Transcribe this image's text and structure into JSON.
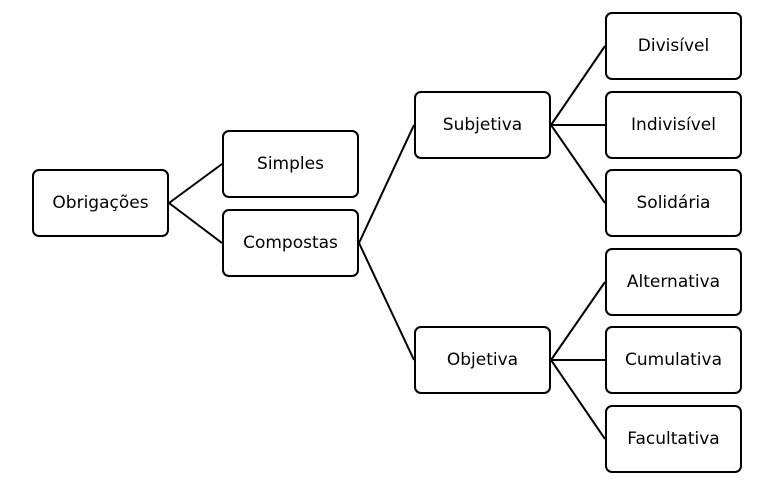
{
  "diagram": {
    "type": "tree",
    "root": {
      "label": "Obrigações",
      "children": [
        {
          "label": "Simples",
          "children": []
        },
        {
          "label": "Compostas",
          "children": [
            {
              "label": "Subjetiva",
              "children": [
                {
                  "label": "Divisível"
                },
                {
                  "label": "Indivisível"
                },
                {
                  "label": "Solidária"
                }
              ]
            },
            {
              "label": "Objetiva",
              "children": [
                {
                  "label": "Alternativa"
                },
                {
                  "label": "Cumulativa"
                },
                {
                  "label": "Facultativa"
                }
              ]
            }
          ]
        }
      ]
    },
    "nodes": {
      "root": "Obrigações",
      "simples": "Simples",
      "compostas": "Compostas",
      "subjetiva": "Subjetiva",
      "objetiva": "Objetiva",
      "divisivel": "Divisível",
      "indivisivel": "Indivisível",
      "solidaria": "Solidária",
      "alternativa": "Alternativa",
      "cumulativa": "Cumulativa",
      "facultativa": "Facultativa"
    },
    "edges": [
      [
        "root",
        "simples"
      ],
      [
        "root",
        "compostas"
      ],
      [
        "compostas",
        "subjetiva"
      ],
      [
        "compostas",
        "objetiva"
      ],
      [
        "subjetiva",
        "divisivel"
      ],
      [
        "subjetiva",
        "indivisivel"
      ],
      [
        "subjetiva",
        "solidaria"
      ],
      [
        "objetiva",
        "alternativa"
      ],
      [
        "objetiva",
        "cumulativa"
      ],
      [
        "objetiva",
        "facultativa"
      ]
    ],
    "colors": {
      "stroke": "#000000",
      "fill": "#ffffff",
      "text": "#000000"
    }
  }
}
